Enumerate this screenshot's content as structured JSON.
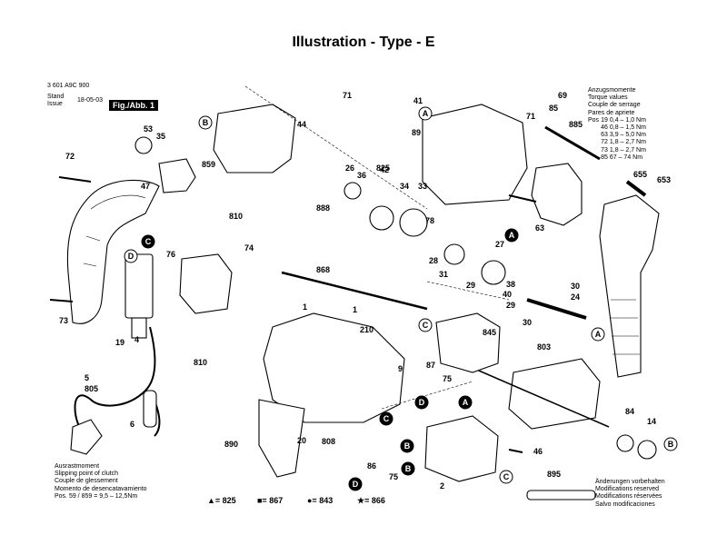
{
  "title": "Illustration - Type - E",
  "doc": {
    "part_no": "3 601 A9C 900",
    "stand_label": "Stand",
    "issue_label": "Issue",
    "date": "18-05-03",
    "fig": "Fig./Abb. 1"
  },
  "torque": {
    "lines": [
      "Anzugsmomente",
      "Torque values",
      "Couple de serrage",
      "Pares de apriete"
    ],
    "rows": [
      {
        "pos": "Pos",
        "num": "19",
        "range": "0,4 – 1,0 Nm"
      },
      {
        "pos": "",
        "num": "46",
        "range": "0,8 – 1,5 Nm"
      },
      {
        "pos": "",
        "num": "63",
        "range": "3,9 – 5,0 Nm"
      },
      {
        "pos": "",
        "num": "72",
        "range": "1,8 – 2,7 Nm"
      },
      {
        "pos": "",
        "num": "73",
        "range": "1,8 – 2,7 Nm"
      },
      {
        "pos": "",
        "num": "85",
        "range": "67 – 74 Nm"
      }
    ]
  },
  "clutch": {
    "lines": [
      "Ausrastmoment",
      "Slipping point of clutch",
      "Couple de glessement",
      "Momento de desencatavamiento"
    ],
    "pos_line": "Pos.  59 / 859  =  9,5 – 12,5Nm"
  },
  "changes": {
    "lines": [
      "Änderungen vorbehalten",
      "Modifications reserved",
      "Modifications réservées",
      "Salvo modificaciones"
    ]
  },
  "legend": [
    "▲= 825",
    "■= 867",
    "●= 843",
    "★= 866"
  ],
  "part_labels": [
    "71",
    "41",
    "69",
    "44",
    "53",
    "35",
    "26",
    "36",
    "42",
    "89",
    "85",
    "885",
    "859",
    "72",
    "47",
    "825",
    "34",
    "33",
    "810",
    "888",
    "78",
    "27",
    "76",
    "868",
    "28",
    "31",
    "29",
    "40",
    "30",
    "24",
    "74",
    "73",
    "19",
    "4",
    "1",
    "210",
    "9",
    "87",
    "75",
    "845",
    "803",
    "810",
    "5",
    "805",
    "6",
    "890",
    "20",
    "808",
    "86",
    "75",
    "2",
    "46",
    "84",
    "14",
    "895",
    "63",
    "655",
    "653",
    "38",
    "30",
    "71",
    "29",
    "1"
  ],
  "callouts": [
    "A",
    "B",
    "C",
    "D",
    "A",
    "B",
    "C",
    "D",
    "A",
    "A",
    "B",
    "C",
    "C",
    "D",
    "B"
  ]
}
